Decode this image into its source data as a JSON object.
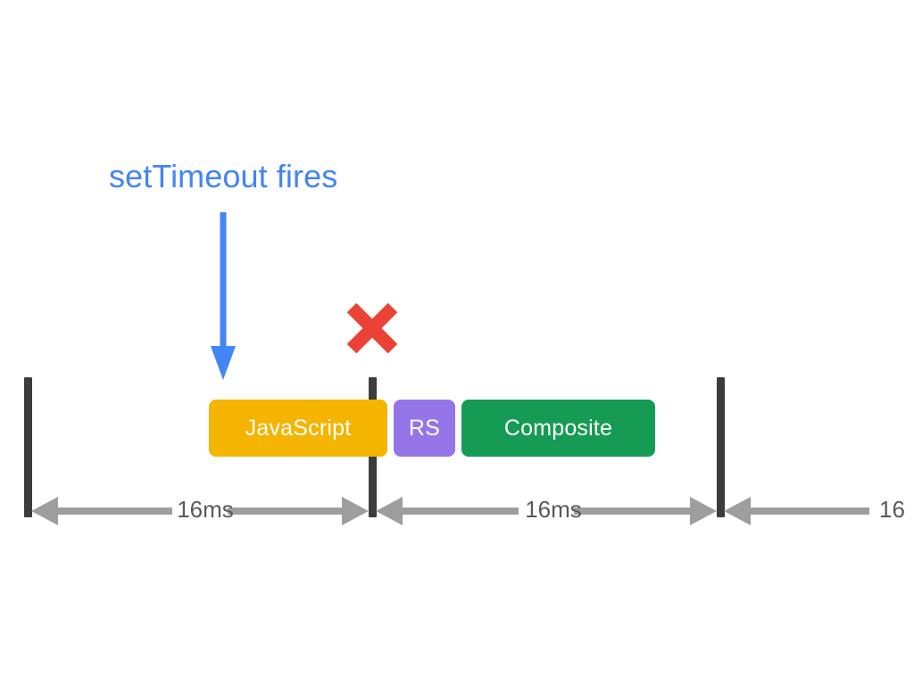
{
  "diagram": {
    "title": "setTimeout fires",
    "background_color": "#ffffff",
    "annotation": {
      "label": "setTimeout fires",
      "color": "#4285F4",
      "arrow_icon": "down-arrow-icon"
    },
    "marker": {
      "icon": "red-x-icon",
      "color": "#EA4335",
      "meaning": "missed frame"
    },
    "frame_ticks": [
      {
        "name": "frame-boundary-0"
      },
      {
        "name": "frame-boundary-1"
      },
      {
        "name": "frame-boundary-2"
      }
    ],
    "tick_color": "#3c3c3c",
    "bars": [
      {
        "label": "JavaScript",
        "color": "#F4B400",
        "text_color": "#ffffff"
      },
      {
        "label": "RS",
        "color": "#9575E8",
        "text_color": "#ffffff"
      },
      {
        "label": "Composite",
        "color": "#169B55",
        "text_color": "#ffffff"
      }
    ],
    "measurements": [
      {
        "label": "16ms",
        "arrows": "double"
      },
      {
        "label": "16ms",
        "arrows": "double"
      },
      {
        "label": "16",
        "arrows": "double",
        "clipped": true
      }
    ],
    "measure_color": "#9e9e9e",
    "measure_text_color": "#5a5a5a"
  }
}
